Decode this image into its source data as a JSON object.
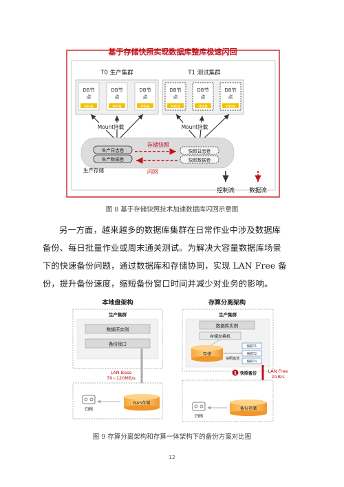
{
  "figure8": {
    "title": "基于存储快照实现数据库整库极速闪回",
    "t0_label": "T0 生产集群",
    "t1_label": "T1 测试集群",
    "node_label_line1": "DB节",
    "node_label_line2": "点",
    "node_badge": "持续备",
    "mount_label_left": "Mount挂载",
    "mount_label_right": "Mount挂载",
    "snapshot_label": "存储快照",
    "flashback_label": "闪回",
    "prod_log_volume": "生产日志卷",
    "prod_data_volume": "生产数据卷",
    "snap_log_volume": "快照日志卷",
    "snap_data_volume": "快照数据卷",
    "prod_storage": "生产存储",
    "legend_control": "控制流",
    "legend_data": "数据流",
    "caption": "图 8 基于存储快照技术加速数据库闪回示意图",
    "colors": {
      "title_red": "#c0121b",
      "frame_red": "#d23b3b",
      "badge_yellow": "#f2c200",
      "flow_red": "#c0121b",
      "flow_dark": "#333333"
    }
  },
  "paragraph": {
    "line1": "另一方面，越来越多的数据库集群在日常作业中涉及数据库",
    "line2": "备份、每日批量作业或周末通关测试。为解决大容量数据库场景",
    "line3": "下的快速备份问题，通过数据库和存储协同，实现 LAN Free 备",
    "line4": "份，提升备份速度，缩短备份窗口时间并减少对业务的影响。"
  },
  "figure9": {
    "left_title": "本地盘架构",
    "right_title": "存算分离架构",
    "prod_cluster": "生产集群",
    "db_instance": "数据库实例",
    "backup_interface": "备份接口",
    "lan_base_label1": "LAN Base",
    "lan_base_label2": "70~120MB/s",
    "nas_storage": "NAS存储",
    "archive": "归档",
    "storage_switch": "存储交换机",
    "storage": "存储",
    "snapshot_activate": "快照激活",
    "snapshot_1": "快照T1",
    "snapshot_2": "快照T2",
    "snapshot_n": "快照Tn",
    "fast_backup_num": "1",
    "fast_backup": "快照备份",
    "lan_free_label1": "LAN Free",
    "lan_free_label2": "2GB/s",
    "backup_storage": "备份存储",
    "archive_right": "归档",
    "caption": "图 9 存算分离架构和存算一体架构下的备份方案对比图"
  },
  "page_number": "12"
}
